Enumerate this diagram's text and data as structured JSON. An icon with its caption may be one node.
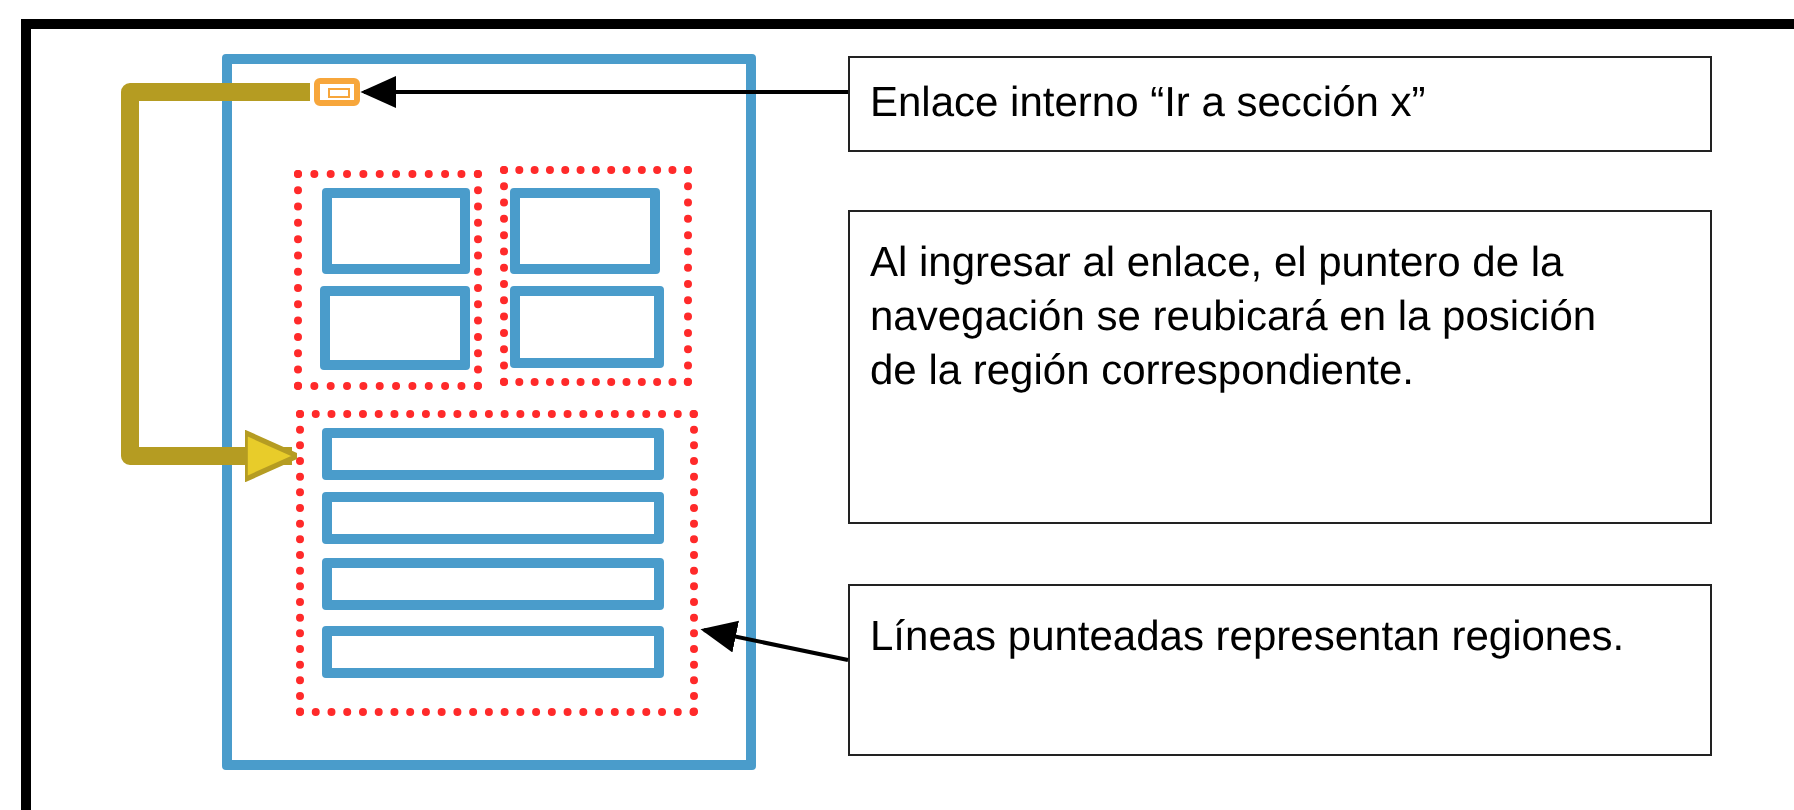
{
  "diagram": {
    "nodes": [
      {
        "text": [],
        "shape": "box"
      },
      {
        "text": [],
        "shape": "box",
        "in": 0
      },
      {
        "text": [],
        "shape": "box",
        "in": 0
      },
      {
        "text": [],
        "shape": "box",
        "in": 2
      },
      {
        "text": [],
        "shape": "box",
        "in": 2
      },
      {
        "text": [],
        "shape": "box",
        "in": 0
      },
      {
        "text": [],
        "shape": "box",
        "in": 5
      },
      {
        "text": [],
        "shape": "box",
        "in": 5
      },
      {
        "text": [],
        "shape": "box",
        "in": 0
      },
      {
        "text": [],
        "shape": "box",
        "in": 8
      },
      {
        "text": [],
        "shape": "box",
        "in": 8
      },
      {
        "text": [],
        "shape": "box",
        "in": 8
      },
      {
        "text": [],
        "shape": "box",
        "in": 8
      },
      {
        "text": [
          "Enlace interno “Ir a sección x”"
        ]
      },
      {
        "text": [
          "Al ingresar al enlace, el puntero de la navegación se reubicará en la posición de la región correspondiente."
        ]
      },
      {
        "text": [
          "Líneas punteadas representan regiones."
        ]
      }
    ],
    "edges": [
      {
        "from": 13,
        "to": 1,
        "arrow": "to"
      },
      {
        "from": 1,
        "to": 8,
        "arrow": "to",
        "style": "thick",
        "color": "#b59c22"
      },
      {
        "from": 15,
        "to": 8,
        "arrow": "to"
      }
    ]
  }
}
